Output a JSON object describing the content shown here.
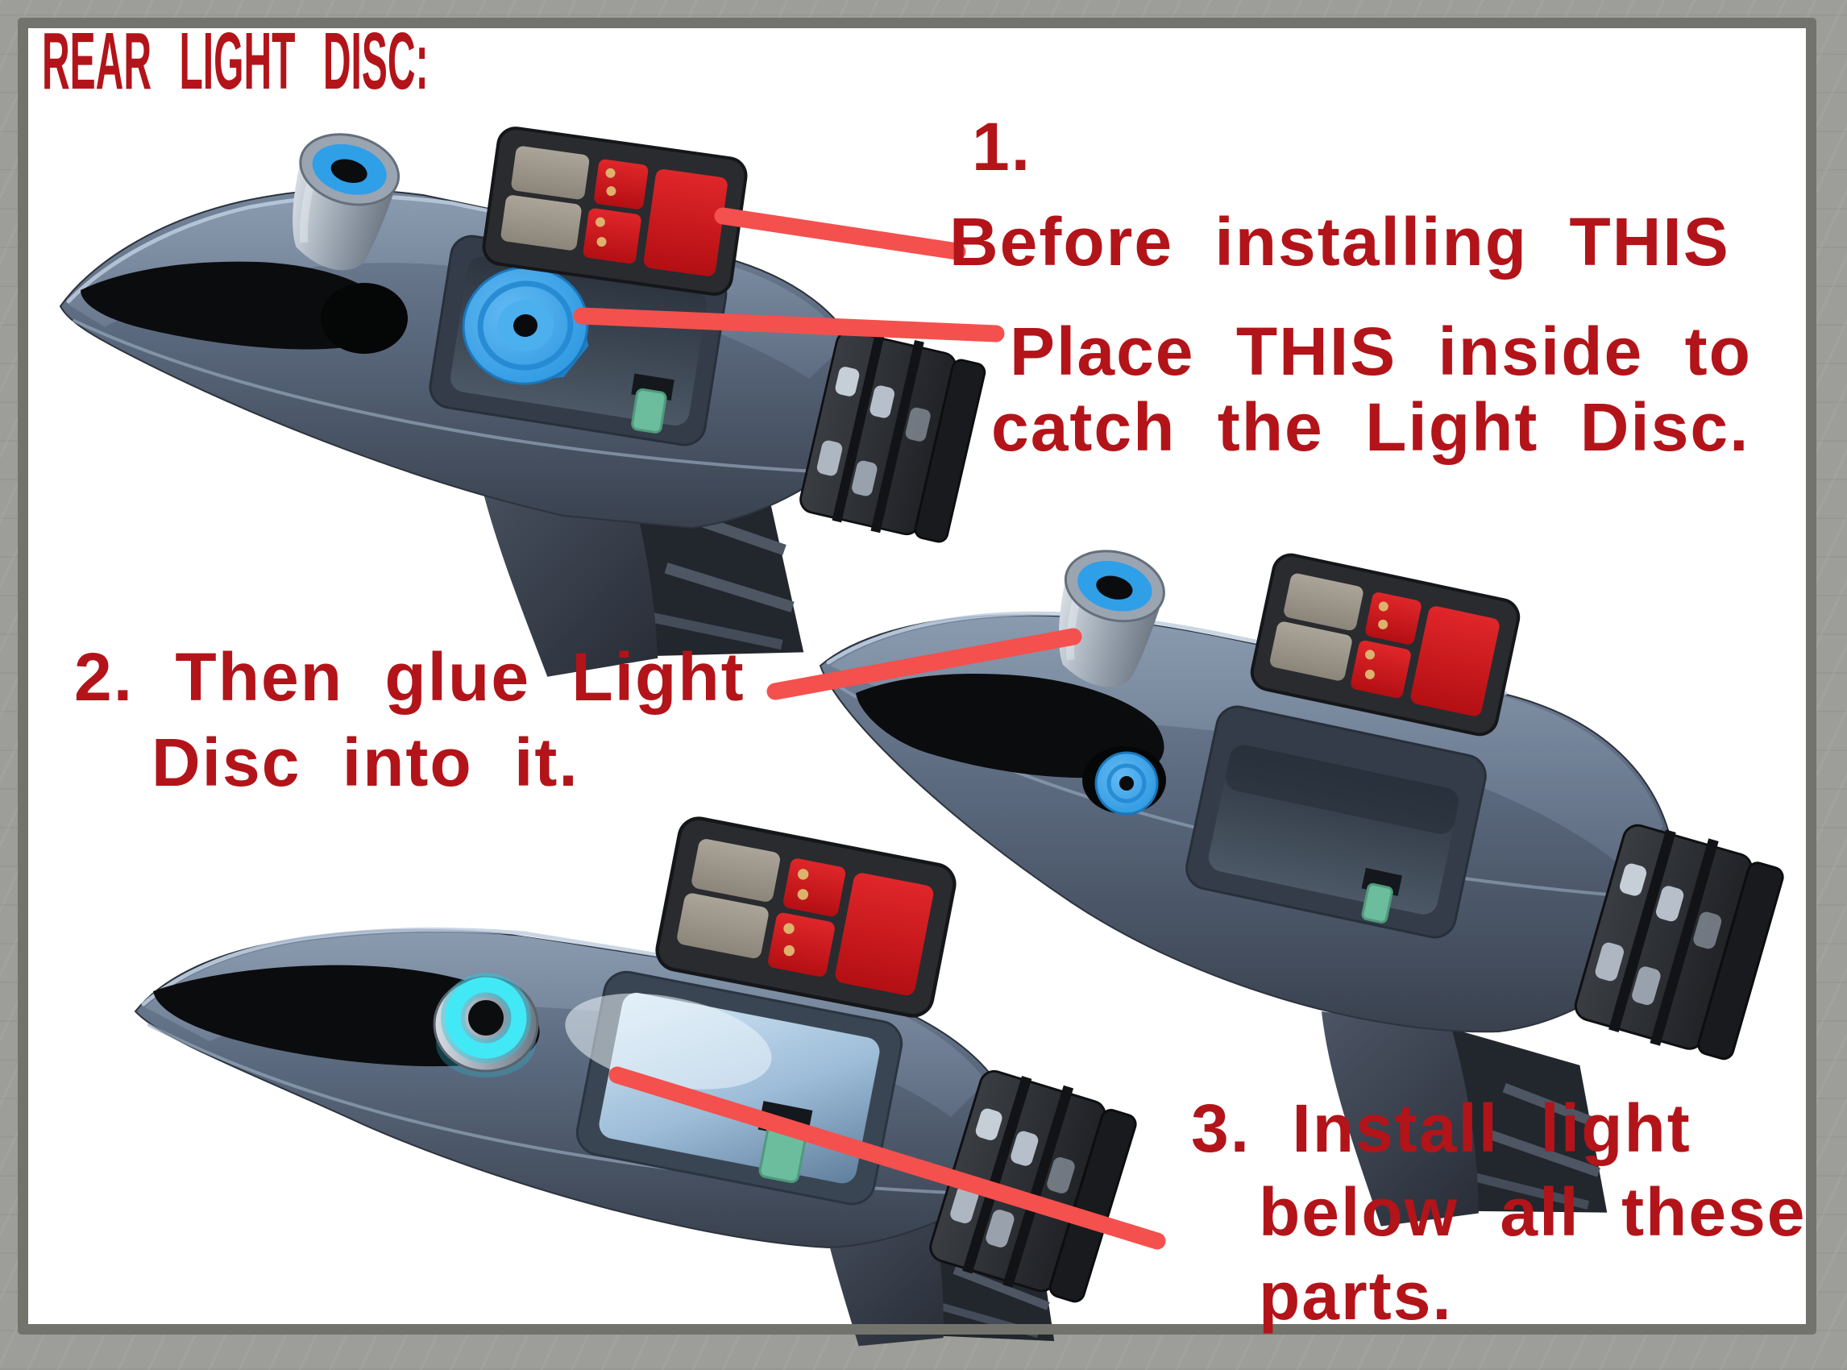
{
  "title": {
    "text": "REAR LIGHT DISC:"
  },
  "steps": [
    {
      "number": "1.",
      "caption": "Before installing THIS",
      "sub_caption_line1": "Place THIS inside to",
      "sub_caption_line2": "catch the Light Disc."
    },
    {
      "caption_line1": "2. Then glue Light",
      "caption_line2": "Disc into it."
    },
    {
      "caption_line1": "3. Install light",
      "caption_line2": "below all these",
      "caption_line3": "parts."
    }
  ],
  "colors": {
    "background_grey": "#9d9d99",
    "frame_border_grey": "#73736d",
    "canvas_white": "#ffffff",
    "label_red": "#b21419",
    "leader_line_red": "#f4504e",
    "light_disc_blue": "#2f9fe8",
    "glow_ring_cyan": "#41e9f6",
    "panel_button_red": "#c81418",
    "panel_button_grey": "#9c968a",
    "panel_dot_gold": "#dcb26c",
    "phaser_body_light": "#76869c",
    "phaser_body_dark": "#39414e",
    "light_unit_green": "#6cbd9d"
  }
}
